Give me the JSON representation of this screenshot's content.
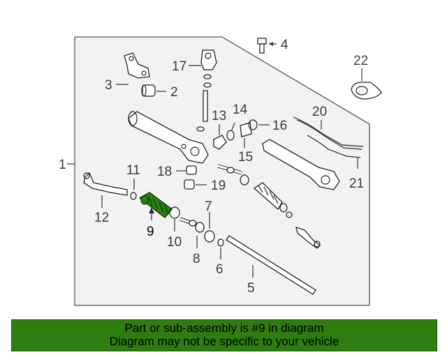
{
  "diagram": {
    "highlight_color": "#2e7d10",
    "highlighted_part": "9",
    "callouts": {
      "c1": "1",
      "c2": "2",
      "c3": "3",
      "c4": "4",
      "c5": "5",
      "c6": "6",
      "c7": "7",
      "c8": "8",
      "c9": "9",
      "c10": "10",
      "c11": "11",
      "c12": "12",
      "c13": "13",
      "c14": "14",
      "c15": "15",
      "c16": "16",
      "c17": "17",
      "c18": "18",
      "c19": "19",
      "c20": "20",
      "c21": "21",
      "c22": "22"
    }
  },
  "banner": {
    "line1": "Part or sub-assembly is #9 in diagram",
    "line2": "Diagram may not be specific to your vehicle",
    "background": "#2e7d10"
  }
}
